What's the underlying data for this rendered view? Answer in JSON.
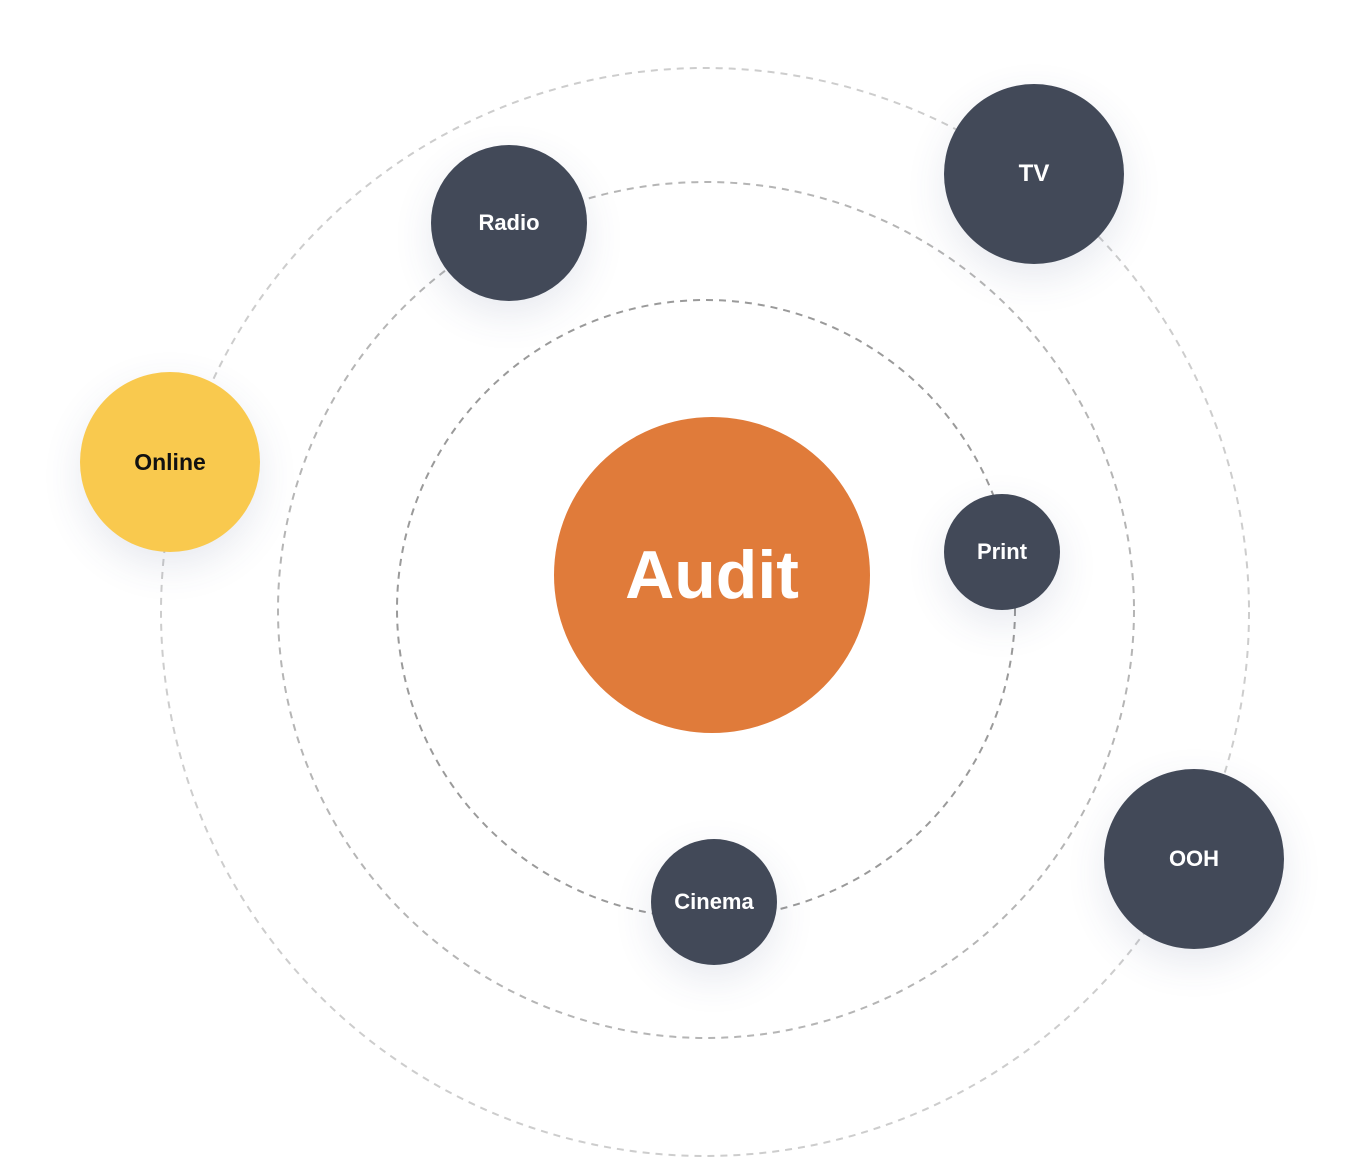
{
  "center": {
    "label": "Audit",
    "color": "#E07B3A"
  },
  "channels": [
    {
      "id": "online",
      "label": "Online",
      "color": "#F9C94E",
      "orbit": 3
    },
    {
      "id": "radio",
      "label": "Radio",
      "color": "#424958",
      "orbit": 2
    },
    {
      "id": "tv",
      "label": "TV",
      "color": "#424958",
      "orbit": 3
    },
    {
      "id": "print",
      "label": "Print",
      "color": "#424958",
      "orbit": 1
    },
    {
      "id": "cinema",
      "label": "Cinema",
      "color": "#424958",
      "orbit": 1
    },
    {
      "id": "ooh",
      "label": "OOH",
      "color": "#424958",
      "orbit": 3
    }
  ]
}
